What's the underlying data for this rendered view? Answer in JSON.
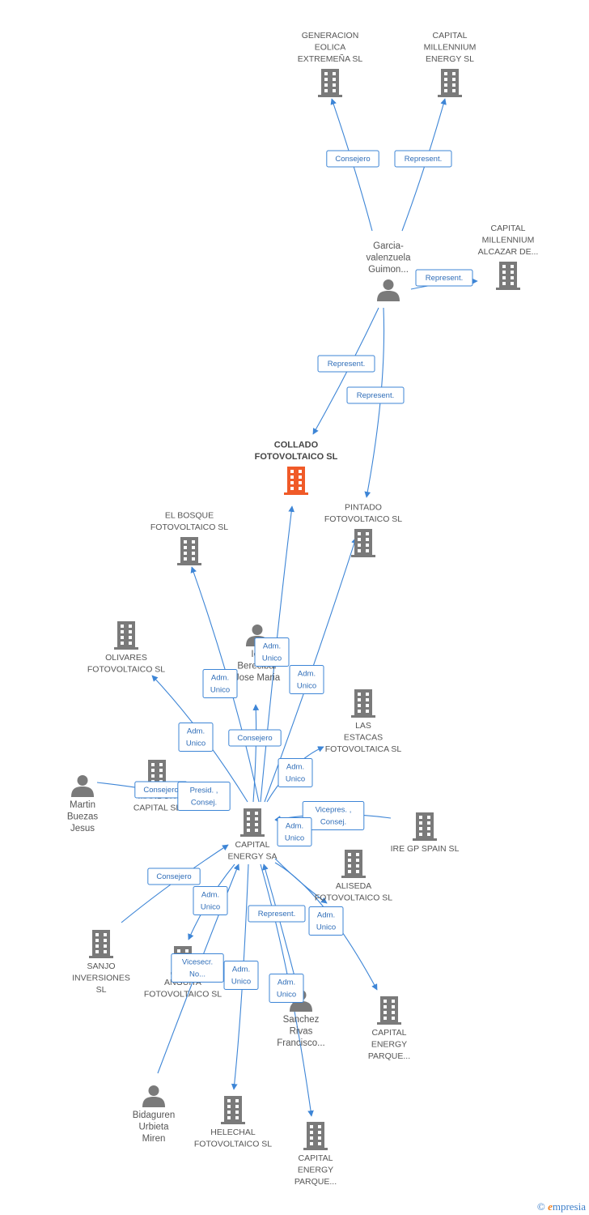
{
  "colors": {
    "edge": "#3d85d6",
    "node": "#7a7a7a",
    "focus": "#f05a28"
  },
  "nodes": [
    {
      "id": "generacion",
      "type": "company",
      "icon": "building-icon",
      "label": [
        "GENERACION",
        "EOLICA",
        "EXTREMEÑA SL"
      ]
    },
    {
      "id": "cap_millennium",
      "type": "company",
      "icon": "building-icon",
      "label": [
        "CAPITAL",
        "MILLENNIUM",
        "ENERGY SL"
      ]
    },
    {
      "id": "cap_alcazar",
      "type": "company",
      "icon": "building-icon",
      "label": [
        "CAPITAL",
        "MILLENNIUM",
        "ALCAZAR DE..."
      ]
    },
    {
      "id": "garcia",
      "type": "person",
      "icon": "person-icon",
      "label": [
        "Garcia-",
        "valenzuela",
        "Guimon..."
      ]
    },
    {
      "id": "collado",
      "type": "focus",
      "icon": "building-icon",
      "label": [
        "COLLADO",
        "FOTOVOLTAICO SL"
      ]
    },
    {
      "id": "pintado",
      "type": "company",
      "icon": "building-icon",
      "label": [
        "PINTADO",
        "FOTOVOLTAICO SL"
      ]
    },
    {
      "id": "bosque",
      "type": "company",
      "icon": "building-icon",
      "label": [
        "EL BOSQUE",
        "FOTOVOLTAICO SL"
      ]
    },
    {
      "id": "olivares",
      "type": "company",
      "icon": "building-icon",
      "label": [
        "OLIVARES",
        "FOTOVOLTAICO SL"
      ]
    },
    {
      "id": "icaza",
      "type": "person",
      "icon": "person-icon",
      "label": [
        "Ica",
        "Berecibar",
        "Jose Maria"
      ]
    },
    {
      "id": "estacas",
      "type": "company",
      "icon": "building-icon",
      "label": [
        "LAS",
        "ESTACAS",
        "FOTOVOLTAICA SL"
      ]
    },
    {
      "id": "martin",
      "type": "person",
      "icon": "person-icon",
      "label": [
        "Martin",
        "Buezas",
        "Jesus"
      ]
    },
    {
      "id": "mandor",
      "type": "company",
      "icon": "building-icon",
      "label": [
        "MANDOR",
        "CAPITAL SL"
      ]
    },
    {
      "id": "capital_energy",
      "type": "company",
      "icon": "building-icon",
      "label": [
        "CAPITAL",
        "ENERGY SA"
      ]
    },
    {
      "id": "ire",
      "type": "company",
      "icon": "building-icon",
      "label": [
        "IRE GP SPAIN SL"
      ]
    },
    {
      "id": "aliseda",
      "type": "company",
      "icon": "building-icon",
      "label": [
        "ALISEDA",
        "FOTOVOLTAICO SL"
      ]
    },
    {
      "id": "sanjo",
      "type": "company",
      "icon": "building-icon",
      "label": [
        "SANJO",
        "INVERSIONES",
        "SL"
      ]
    },
    {
      "id": "anguita",
      "type": "company",
      "icon": "building-icon",
      "label": [
        "ANGUITA",
        "FOTOVOLTAICO SL"
      ]
    },
    {
      "id": "sanchez",
      "type": "person",
      "icon": "person-icon",
      "label": [
        "Sanchez",
        "Rivas",
        "Francisco..."
      ]
    },
    {
      "id": "cap_parque1",
      "type": "company",
      "icon": "building-icon",
      "label": [
        "CAPITAL",
        "ENERGY",
        "PARQUE..."
      ]
    },
    {
      "id": "bidaguren",
      "type": "person",
      "icon": "person-icon",
      "label": [
        "Bidaguren",
        "Urbieta",
        "Miren"
      ]
    },
    {
      "id": "helechal",
      "type": "company",
      "icon": "building-icon",
      "label": [
        "HELECHAL",
        "FOTOVOLTAICO SL"
      ]
    },
    {
      "id": "cap_parque2",
      "type": "company",
      "icon": "building-icon",
      "label": [
        "CAPITAL",
        "ENERGY",
        "PARQUE..."
      ]
    }
  ],
  "edges": [
    {
      "id": "e1",
      "label": [
        "Consejero"
      ]
    },
    {
      "id": "e2",
      "label": [
        "Represent."
      ]
    },
    {
      "id": "e3",
      "label": [
        "Represent."
      ]
    },
    {
      "id": "e4",
      "label": [
        "Represent."
      ]
    },
    {
      "id": "e5",
      "label": [
        "Represent."
      ]
    },
    {
      "id": "e6",
      "label": [
        "Adm.",
        "Unico"
      ]
    },
    {
      "id": "e7",
      "label": [
        "Adm.",
        "Unico"
      ]
    },
    {
      "id": "e8",
      "label": [
        "Adm.",
        "Unico"
      ]
    },
    {
      "id": "e9",
      "label": [
        "Adm.",
        "Unico"
      ]
    },
    {
      "id": "e10",
      "label": [
        "Consejero"
      ]
    },
    {
      "id": "e11",
      "label": [
        "Adm.",
        "Unico"
      ]
    },
    {
      "id": "e12",
      "label": [
        "Consejero"
      ]
    },
    {
      "id": "e13",
      "label": [
        "Presid. ,",
        "Consej."
      ]
    },
    {
      "id": "e14",
      "label": [
        "Vicepres. ,",
        "Consej."
      ]
    },
    {
      "id": "e15",
      "label": [
        "Adm.",
        "Unico"
      ]
    },
    {
      "id": "e16",
      "label": [
        "Consejero"
      ]
    },
    {
      "id": "e17",
      "label": [
        "Adm.",
        "Unico"
      ]
    },
    {
      "id": "e18",
      "label": [
        "Represent."
      ]
    },
    {
      "id": "e19",
      "label": [
        "Adm.",
        "Unico"
      ]
    },
    {
      "id": "e20",
      "label": [
        "Vicesecr.",
        "No..."
      ]
    },
    {
      "id": "e21",
      "label": [
        "Adm.",
        "Unico"
      ]
    },
    {
      "id": "e22",
      "label": [
        "Adm.",
        "Unico"
      ]
    }
  ],
  "footer": {
    "copyright": "©",
    "brand_initial": "e",
    "brand_rest": "mpresia"
  }
}
